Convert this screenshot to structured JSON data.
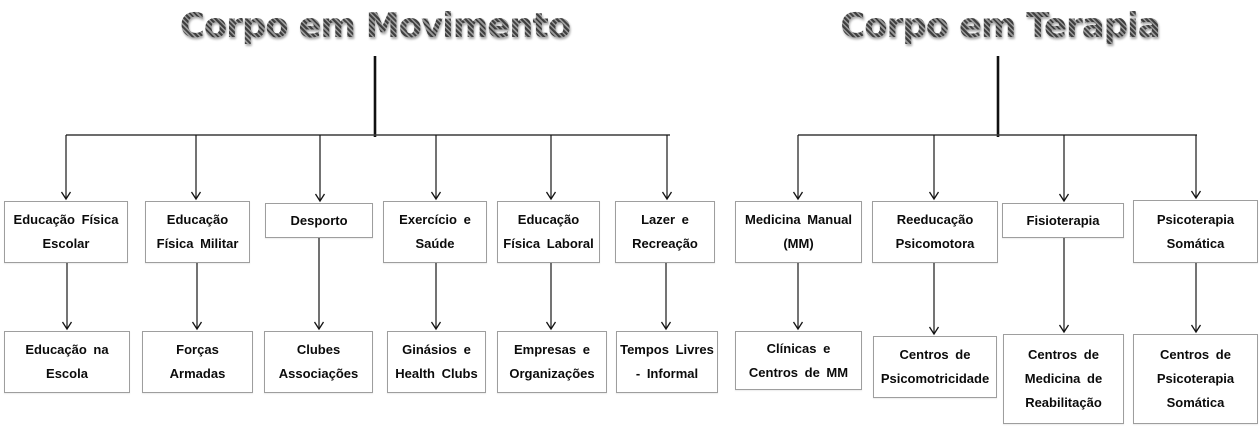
{
  "diagram": {
    "trees": [
      {
        "title": "Corpo em Movimento",
        "branches": [
          {
            "parent": "Educação Física\nEscolar",
            "child": "Educação na\nEscola"
          },
          {
            "parent": "Educação\nFísica Militar",
            "child": "Forças\nArmadas"
          },
          {
            "parent": "Desporto",
            "child": "Clubes\nAssociações"
          },
          {
            "parent": "Exercício e\nSaúde",
            "child": "Ginásios e\nHealth Clubs"
          },
          {
            "parent": "Educação\nFísica Laboral",
            "child": "Empresas e\nOrganizações"
          },
          {
            "parent": "Lazer e\nRecreação",
            "child": "Tempos Livres\n- Informal"
          }
        ]
      },
      {
        "title": "Corpo em Terapia",
        "branches": [
          {
            "parent": "Medicina Manual\n(MM)",
            "child": "Clínicas e\nCentros de MM"
          },
          {
            "parent": "Reeducação\nPsicomotora",
            "child": "Centros de\nPsicomotricidade"
          },
          {
            "parent": "Fisioterapia",
            "child": "Centros de\nMedicina de\nReabilitação"
          },
          {
            "parent": "Psicoterapia\nSomática",
            "child": "Centros de\nPsicoterapia\nSomática"
          }
        ]
      }
    ],
    "colors": {
      "background": "#ffffff",
      "box_background": "#ffffff",
      "box_border": "#9e9e9e",
      "box_text": "#0b0b0b",
      "connector_line": "#161616",
      "trunk_line": "#111111",
      "branch_line": "#3c3c3c",
      "title_stripe_dark": "#3f3f3f",
      "title_stripe_light": "#9a9a9a"
    }
  }
}
